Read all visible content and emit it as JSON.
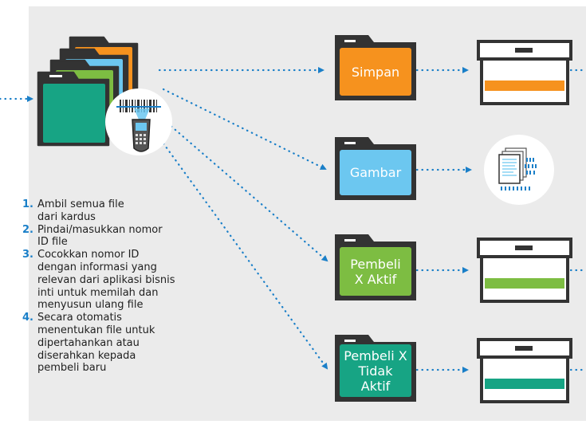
{
  "folders": [
    {
      "id": "simpan",
      "label": "Simpan",
      "color": "#f6921e"
    },
    {
      "id": "gambar",
      "label": "Gambar",
      "color": "#6cc7f0"
    },
    {
      "id": "aktif",
      "label": "Pembeli X Aktif",
      "color": "#7dbd42"
    },
    {
      "id": "tidak-aktif",
      "label": "Pembeli X Tidak Aktif",
      "color": "#17a484"
    }
  ],
  "steps": [
    {
      "num": "1.",
      "text": "Ambil semua file dari kardus"
    },
    {
      "num": "2.",
      "text": "Pindai/masukkan nomor ID file"
    },
    {
      "num": "3.",
      "text": "Cocokkan nomor ID dengan informasi yang relevan dari aplikasi bisnis inti untuk memilah dan menyusun ulang file"
    },
    {
      "num": "4.",
      "text": "Secara otomatis menentukan file untuk dipertahankan atau diserahkan kepada pembeli baru"
    }
  ],
  "colors": {
    "arrow": "#1a7fc8",
    "panel": "#ebebeb",
    "outline": "#333333",
    "stack_orange": "#f6921e",
    "stack_blue": "#6cc7f0",
    "stack_green": "#7dbd42",
    "stack_teal": "#17a484"
  },
  "icons": {
    "scanner": "barcode-scanner-icon",
    "document": "scanned-document-icon",
    "archive_box": "archive-box-icon"
  }
}
